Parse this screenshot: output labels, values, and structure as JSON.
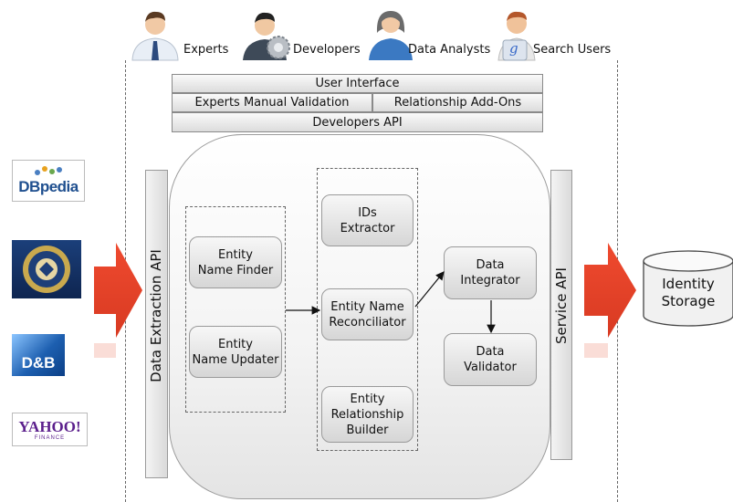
{
  "actors": {
    "experts": "Experts",
    "developers": "Developers",
    "data_analysts": "Data Analysts",
    "search_users": "Search Users",
    "google_glyph": "g"
  },
  "top_layers": {
    "user_interface": "User Interface",
    "experts_manual_validation": "Experts Manual Validation",
    "relationship_addons": "Relationship Add-Ons",
    "developers_api": "Developers API"
  },
  "side_apis": {
    "data_extraction_api": "Data Extraction API",
    "service_api": "Service API"
  },
  "modules": {
    "entity_name_finder": [
      "Entity",
      "Name Finder"
    ],
    "entity_name_updater": [
      "Entity",
      "Name Updater"
    ],
    "ids_extractor": [
      "IDs",
      "Extractor"
    ],
    "entity_name_reconciliator": [
      "Entity Name",
      "Reconciliator"
    ],
    "entity_relationship_builder": [
      "Entity",
      "Relationship",
      "Builder"
    ],
    "data_integrator": [
      "Data",
      "Integrator"
    ],
    "data_validator": [
      "Data",
      "Validator"
    ]
  },
  "storage": [
    "Identity",
    "Storage"
  ],
  "sources": {
    "dbpedia": "DBpedia",
    "dnb": "D&B",
    "yahoo": "YAHOO!",
    "yahoo_sub": "FINANCE"
  },
  "colors": {
    "arrow_red": "#e8412c",
    "module_fill": "#e2e2e2",
    "dbpedia_blue": "#1f4f8f",
    "yahoo_purple": "#5b1f8c",
    "dnb_blue": "#1d5fb0"
  }
}
